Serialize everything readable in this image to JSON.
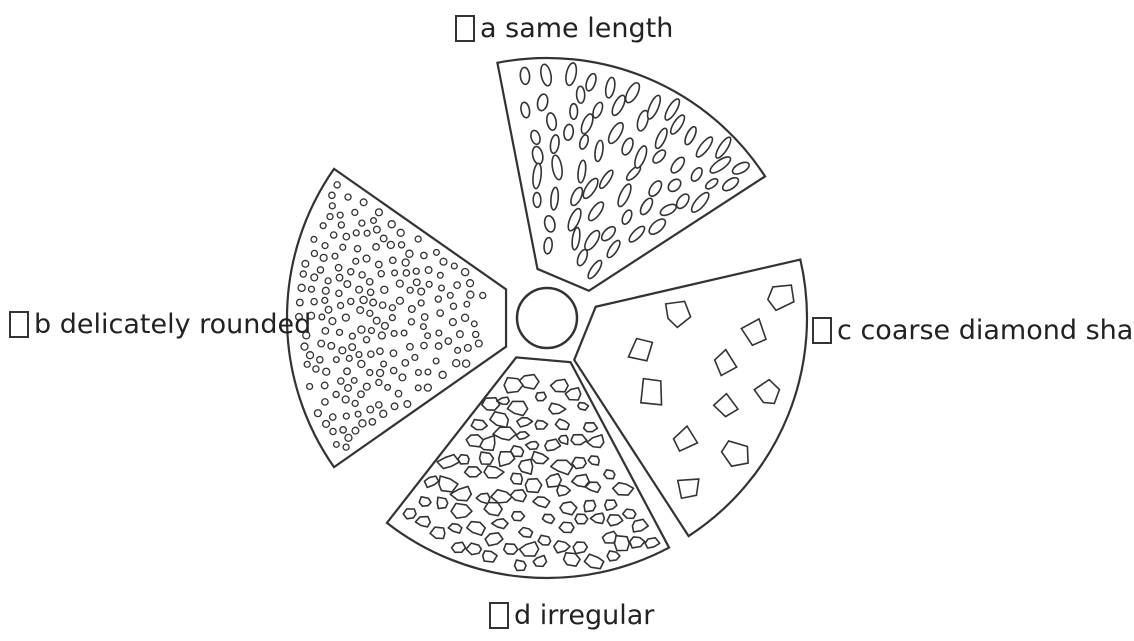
{
  "options": [
    {
      "id": "a",
      "letter": "a",
      "text": "same length",
      "texture": "elongated grains",
      "checked": false
    },
    {
      "id": "b",
      "letter": "b",
      "text": "delicately rounded",
      "texture": "small round grains",
      "checked": false
    },
    {
      "id": "c",
      "letter": "c",
      "text": "coarse diamond shape",
      "texture": "angular grains",
      "checked": false
    },
    {
      "id": "d",
      "letter": "d",
      "text": "irregular",
      "texture": "irregular grains",
      "checked": false
    }
  ],
  "colors": {
    "stroke": "#333333",
    "fill": "#ffffff"
  }
}
